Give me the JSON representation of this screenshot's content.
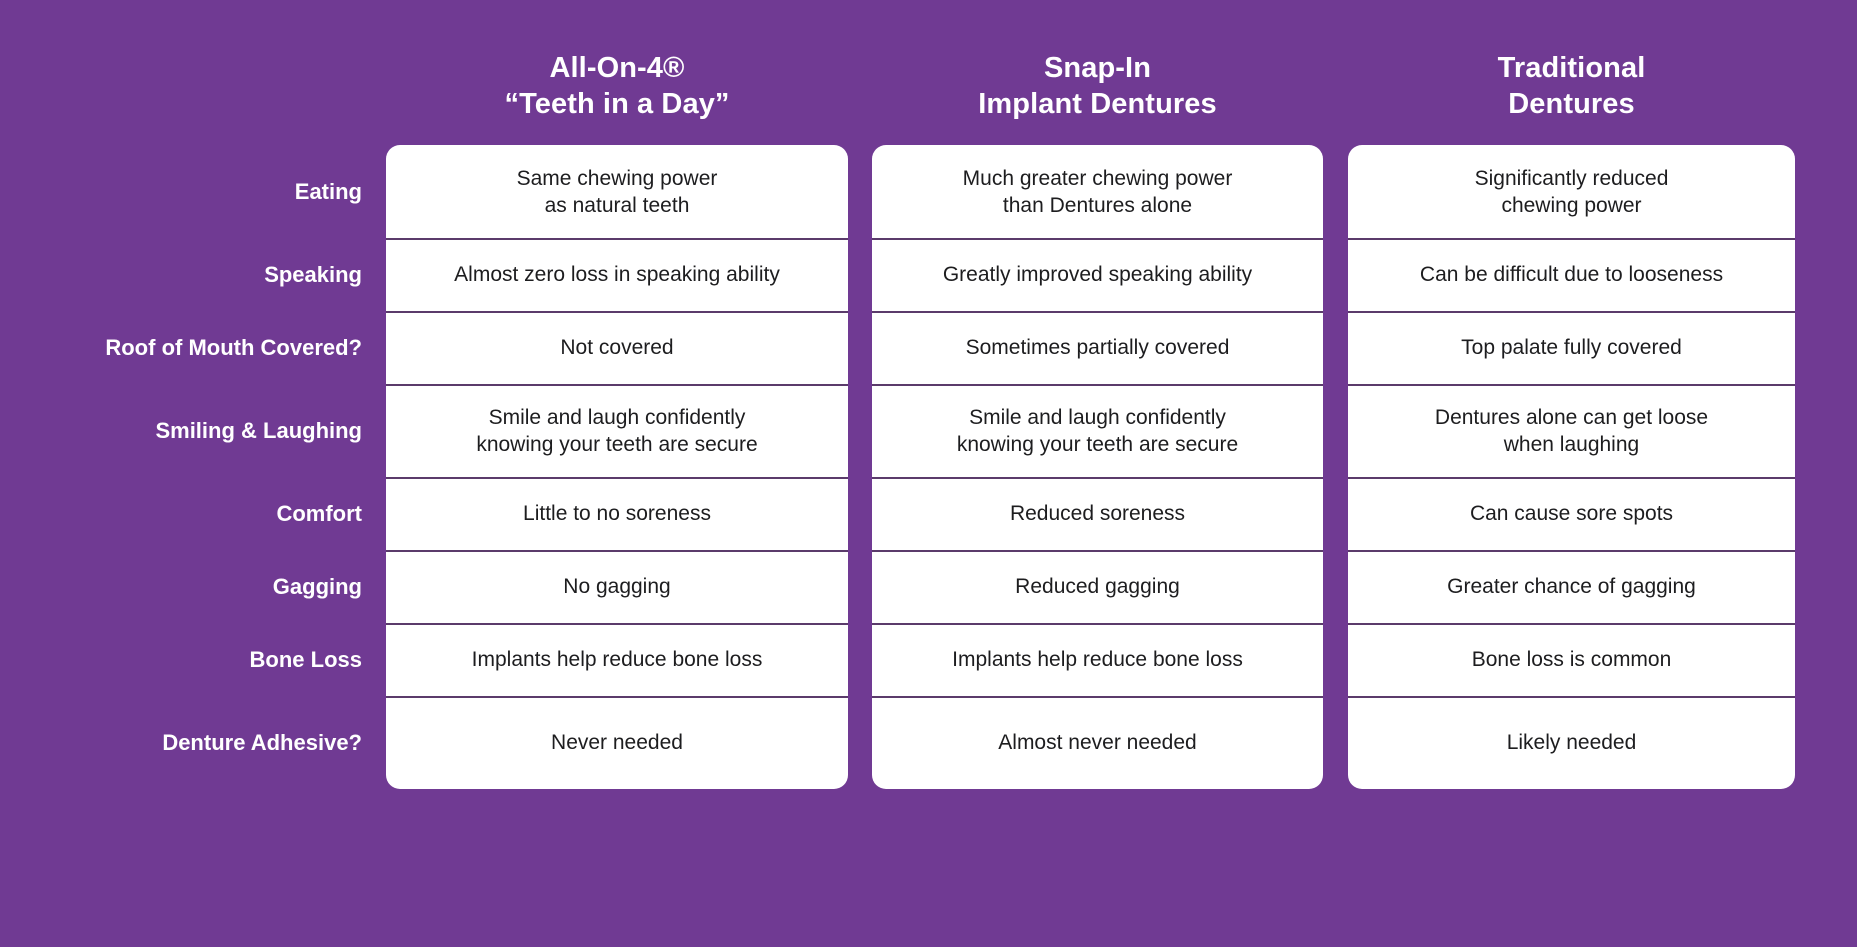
{
  "background_color": "#703a93",
  "card_color": "#ffffff",
  "divider_color": "#5b3b6b",
  "label_color": "#ffffff",
  "cell_text_color": "#1d1d1f",
  "columns": [
    {
      "line1": "All-On-4®",
      "line2": "“Teeth in a Day”"
    },
    {
      "line1": "Snap-In",
      "line2": "Implant Dentures"
    },
    {
      "line1": "Traditional",
      "line2": "Dentures"
    }
  ],
  "rows": [
    {
      "label": "Eating",
      "cells": [
        {
          "line1": "Same chewing power",
          "line2": "as natural teeth"
        },
        {
          "line1": "Much greater chewing power",
          "line2": "than Dentures alone"
        },
        {
          "line1": "Significantly reduced",
          "line2": "chewing power"
        }
      ]
    },
    {
      "label": "Speaking",
      "cells": [
        {
          "line1": "Almost zero loss in speaking ability",
          "line2": ""
        },
        {
          "line1": "Greatly improved speaking ability",
          "line2": ""
        },
        {
          "line1": "Can be difficult due to looseness",
          "line2": ""
        }
      ]
    },
    {
      "label": "Roof of Mouth Covered?",
      "cells": [
        {
          "line1": "Not covered",
          "line2": ""
        },
        {
          "line1": "Sometimes partially covered",
          "line2": ""
        },
        {
          "line1": "Top palate fully covered",
          "line2": ""
        }
      ]
    },
    {
      "label": "Smiling & Laughing",
      "cells": [
        {
          "line1": "Smile and laugh confidently",
          "line2": "knowing your teeth are secure"
        },
        {
          "line1": "Smile and laugh confidently",
          "line2": "knowing your teeth are secure"
        },
        {
          "line1": "Dentures alone can get loose",
          "line2": "when laughing"
        }
      ]
    },
    {
      "label": "Comfort",
      "cells": [
        {
          "line1": "Little to no soreness",
          "line2": ""
        },
        {
          "line1": "Reduced soreness",
          "line2": ""
        },
        {
          "line1": "Can cause sore spots",
          "line2": ""
        }
      ]
    },
    {
      "label": "Gagging",
      "cells": [
        {
          "line1": "No gagging",
          "line2": ""
        },
        {
          "line1": "Reduced gagging",
          "line2": ""
        },
        {
          "line1": "Greater chance of gagging",
          "line2": ""
        }
      ]
    },
    {
      "label": "Bone Loss",
      "cells": [
        {
          "line1": "Implants help reduce bone loss",
          "line2": ""
        },
        {
          "line1": "Implants help reduce bone loss",
          "line2": ""
        },
        {
          "line1": "Bone loss is common",
          "line2": ""
        }
      ]
    },
    {
      "label": "Denture Adhesive?",
      "cells": [
        {
          "line1": "Never needed",
          "line2": ""
        },
        {
          "line1": "Almost never needed",
          "line2": ""
        },
        {
          "line1": "Likely needed",
          "line2": ""
        }
      ]
    }
  ]
}
